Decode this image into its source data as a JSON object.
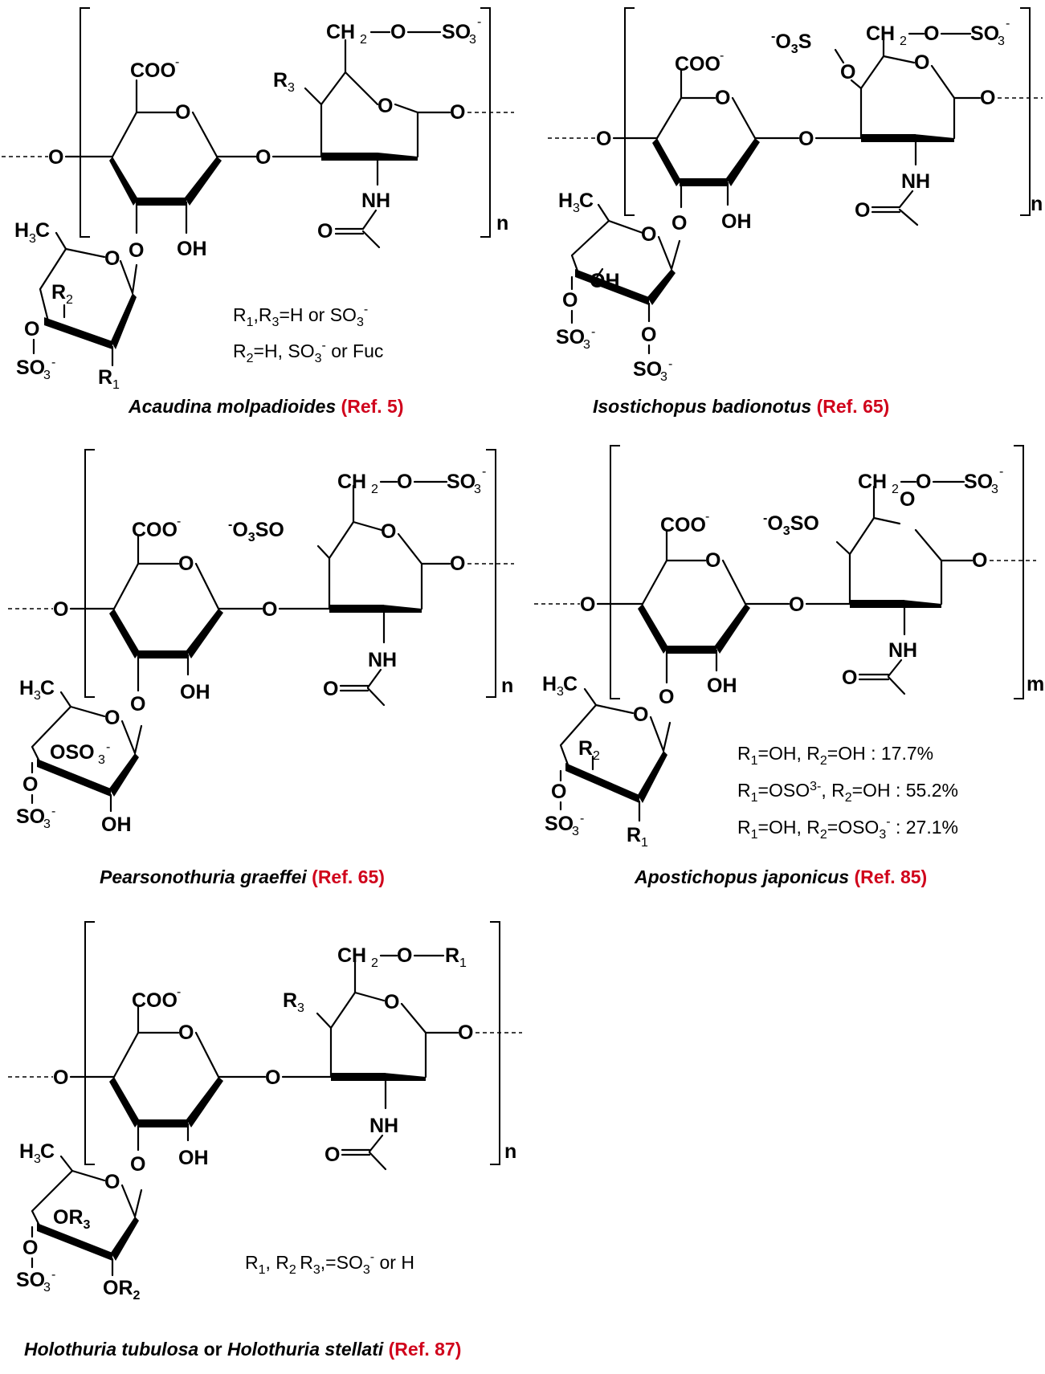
{
  "panels": [
    {
      "id": "acaudina",
      "species": "Acaudina molpadioides",
      "ref": "(Ref. 5)",
      "repeat": "n",
      "substituents": [
        "R",
        "1",
        ",R",
        "3",
        "=H or SO",
        "3",
        "-",
        "R",
        "2",
        "=H, SO",
        "3",
        "- or Fuc"
      ],
      "notes": [
        "R1,R3=H or SO3-",
        "R2=H, SO3- or Fuc"
      ]
    },
    {
      "id": "isostichopus",
      "species": "Isostichopus badionotus",
      "ref": "(Ref. 65)",
      "repeat": "n",
      "notes": []
    },
    {
      "id": "pearsonothuria",
      "species": "Pearsonothuria graeffei",
      "ref": "(Ref. 65)",
      "repeat": "n",
      "notes": []
    },
    {
      "id": "apostichopus",
      "species": "Apostichopus japonicus",
      "ref": "(Ref. 85)",
      "repeat": "m",
      "notes": [
        "R1=OH, R2=OH : 17.7%",
        "R1=OSO3-, R2=OH : 55.2%",
        "R1=OH, R2=OSO3- : 27.1%"
      ]
    },
    {
      "id": "holothuria",
      "species_a": "Holothuria tubulosa",
      "joiner": "or",
      "species_b": "Holothuria stellati",
      "ref": "(Ref. 87)",
      "repeat": "n",
      "notes": [
        "R1, R2 R3,=SO3- or H"
      ]
    }
  ],
  "atoms": {
    "coo": "COO",
    "o": "O",
    "oh": "OH",
    "nh": "NH",
    "ch2": "CH",
    "so3": "SO",
    "h3c": "H",
    "c": "C",
    "r": "R",
    "oso3": "OSO",
    "minus": "-"
  },
  "percents": [
    "17.7%",
    "55.2%",
    "27.1%"
  ],
  "labels": {
    "n": "n",
    "m": "m",
    "or": "or"
  }
}
